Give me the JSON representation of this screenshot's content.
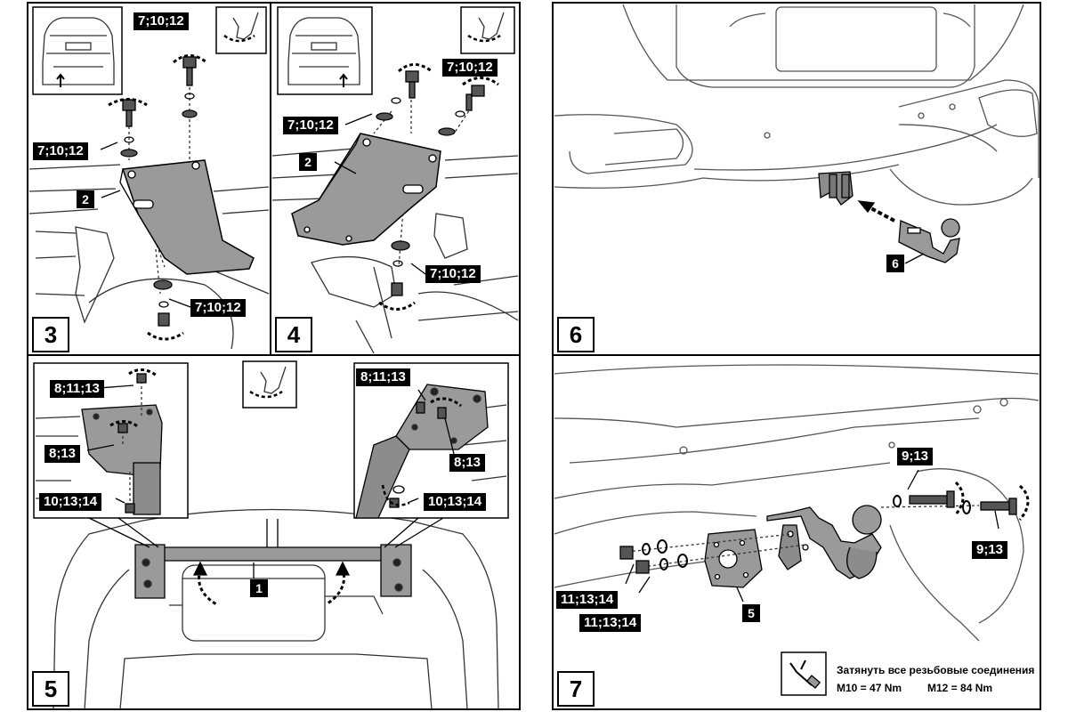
{
  "steps": [
    "3",
    "4",
    "5",
    "6",
    "7"
  ],
  "labels": {
    "s3_top": "7;10;12",
    "s3_left": "7;10;12",
    "s3_bottom": "7;10;12",
    "s4_left": "7;10;12",
    "s4_right": "7;10;12",
    "s4_bottom": "7;10;12",
    "s5_left_top": "8;11;13",
    "s5_left_mid": "8;13",
    "s5_left_bottom": "10;13;14",
    "s5_right_top": "8;11;13",
    "s5_right_mid": "8;13",
    "s5_right_bottom": "10;13;14",
    "s7_top": "9;13",
    "s7_right": "9;13",
    "s7_nut1": "11;13;14",
    "s7_nut2": "11;13;14"
  },
  "parts": {
    "bracket_3": "2",
    "bracket_4": "2",
    "crossbar": "1",
    "ball": "6",
    "socket_plate": "5"
  },
  "torque": {
    "heading": "Затянуть все резьбовые соединения",
    "m10": "M10 = 47 Nm",
    "m12": "M12 = 84 Nm"
  }
}
